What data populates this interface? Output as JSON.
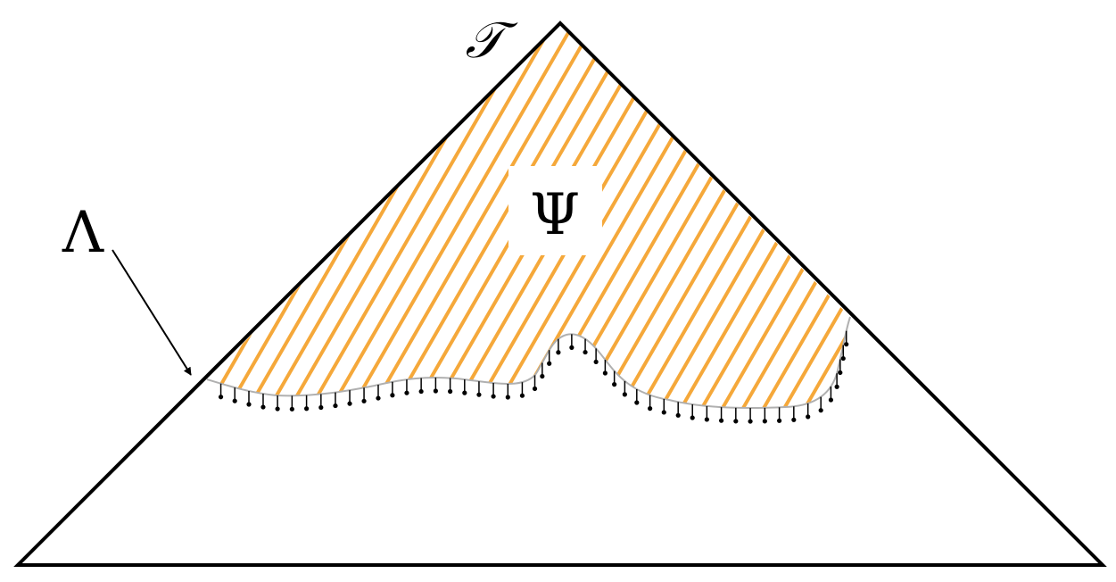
{
  "labels": {
    "apex": "𝒯",
    "region": "Ψ",
    "boundary": "Λ"
  },
  "colors": {
    "outline": "#000000",
    "hatch": "#F5A83A",
    "boundary_curve": "#b0b0b0",
    "background": "#ffffff"
  }
}
